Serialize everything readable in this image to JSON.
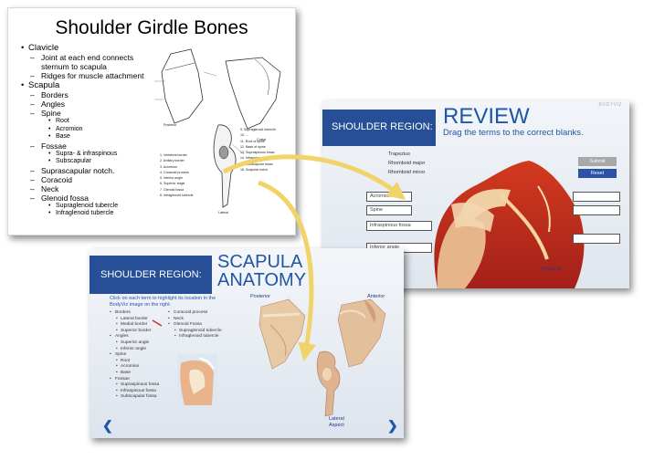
{
  "slide1": {
    "title": "Shoulder Girdle Bones",
    "outline": [
      {
        "level": 1,
        "text": "Clavicle"
      },
      {
        "level": 2,
        "text": "Joint at each end connects"
      },
      {
        "level": 0,
        "text": "sternum to scapula"
      },
      {
        "level": 2,
        "text": "Ridges for muscle attachment"
      },
      {
        "level": 1,
        "text": "Scapula"
      },
      {
        "level": 2,
        "text": "Borders"
      },
      {
        "level": 2,
        "text": "Angles"
      },
      {
        "level": 2,
        "text": "Spine"
      },
      {
        "level": 3,
        "text": "Root"
      },
      {
        "level": 3,
        "text": "Acromion"
      },
      {
        "level": 3,
        "text": "Base"
      },
      {
        "level": 2,
        "text": "Fossae"
      },
      {
        "level": 3,
        "text": "Supra- & infraspinous"
      },
      {
        "level": 3,
        "text": "Subscapular"
      },
      {
        "level": 2,
        "text": "Suprascapular notch."
      },
      {
        "level": 2,
        "text": "Coracoid"
      },
      {
        "level": 2,
        "text": "Neck"
      },
      {
        "level": 2,
        "text": "Glenoid fossa"
      },
      {
        "level": 3,
        "text": "Supraglenoid tubercle"
      },
      {
        "level": 3,
        "text": "Infraglenoid tubercle"
      }
    ],
    "diagram_labels": {
      "posterior": "Posterior",
      "costal": "Costal",
      "lateral": "Lateral"
    },
    "legend_left": [
      "1. Vertebral border",
      "2. Axillary border",
      "3. Acromion",
      "4. Coracoid process",
      "5. Inferior angle",
      "6. Superior angle",
      "7. Glenoid fossa",
      "8. Infraglenoid tubercle"
    ],
    "legend_right": [
      "9. Supraglenoid tubercle",
      "10. ...",
      "11. Root of spine",
      "12. Base of spine",
      "13. Supraspinous fossa",
      "14. Infraspinous fossa",
      "15. Subscapular fossa",
      "16. Scapular notch"
    ]
  },
  "slide2": {
    "header": "SHOULDER REGION:",
    "title": "REVIEW",
    "subtitle": "Drag the terms to the correct blanks.",
    "brand": "BODYVIZ",
    "terms": [
      "Trapezius",
      "Rhomboid major",
      "Rhomboid minor"
    ],
    "submit_label": "Submit",
    "reset_label": "Reset",
    "blanks_left": [
      "Acromion",
      "Spine",
      "Infraspinous fossa",
      "Inferior angle"
    ],
    "posterior_label": "Posterior",
    "colors": {
      "header": "#264f98",
      "reset": "#2a52a8",
      "submit": "#a8a8a8"
    }
  },
  "slide3": {
    "header": "SHOULDER REGION:",
    "title_line1": "SCAPULA",
    "title_line2": "ANATOMY",
    "instruction": "Click on each term to highlight its location in the BodyViz image on the right.",
    "list_left": [
      {
        "type": "m",
        "text": "Borders"
      },
      {
        "type": "s",
        "text": "Lateral border"
      },
      {
        "type": "s",
        "text": "Medial border"
      },
      {
        "type": "s",
        "text": "Superior border"
      },
      {
        "type": "m",
        "text": "Angles"
      },
      {
        "type": "s",
        "text": "Superior angle"
      },
      {
        "type": "s",
        "text": "Inferior angle"
      },
      {
        "type": "m",
        "text": "Spine"
      },
      {
        "type": "s",
        "text": "Root"
      },
      {
        "type": "s",
        "text": "Acromion"
      },
      {
        "type": "s",
        "text": "Base"
      },
      {
        "type": "m",
        "text": "Fossae"
      },
      {
        "type": "s",
        "text": "Supraspinous fossa"
      },
      {
        "type": "s",
        "text": "Infraspinous fossa"
      },
      {
        "type": "s",
        "text": "Subscapular fossa"
      }
    ],
    "list_right": [
      {
        "type": "m",
        "text": "Coracoid process"
      },
      {
        "type": "m",
        "text": "Neck"
      },
      {
        "type": "m",
        "text": "Glenoid Fossa"
      },
      {
        "type": "s",
        "text": "Supraglenoid tubercle"
      },
      {
        "type": "s",
        "text": "Infraglenoid tubercle"
      }
    ],
    "posterior_label": "Posterior",
    "anterior_label": "Anterior",
    "lateral_label_1": "Lateral",
    "lateral_label_2": "Aspect"
  }
}
